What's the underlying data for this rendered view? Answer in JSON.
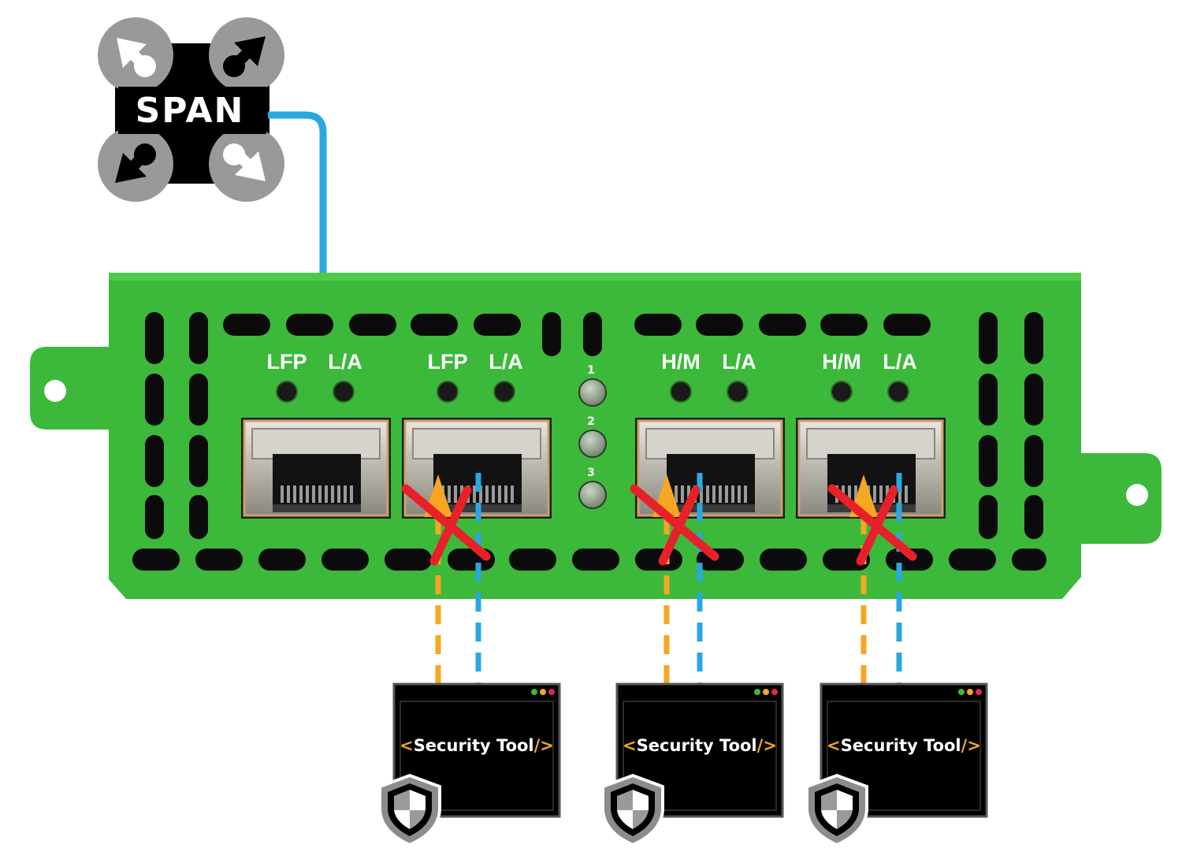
{
  "span": {
    "label": "SPAN"
  },
  "ports": [
    {
      "label_left": "LFP",
      "label_right": "L/A"
    },
    {
      "label_left": "LFP",
      "label_right": "L/A"
    },
    {
      "label_left": "H/M",
      "label_right": "L/A"
    },
    {
      "label_left": "H/M",
      "label_right": "L/A"
    }
  ],
  "leds": [
    "1",
    "2",
    "3"
  ],
  "tools": [
    {
      "open": "<",
      "name": "Security Tool",
      "close": "/>"
    },
    {
      "open": "<",
      "name": "Security Tool",
      "close": "/>"
    },
    {
      "open": "<",
      "name": "Security Tool",
      "close": "/>"
    }
  ],
  "colors": {
    "chassis": "#3cb93a",
    "span_link": "#29a8e0",
    "flow_blue": "#29a8e0",
    "flow_orange": "#f5a623",
    "blocked_x": "#e8202a"
  }
}
